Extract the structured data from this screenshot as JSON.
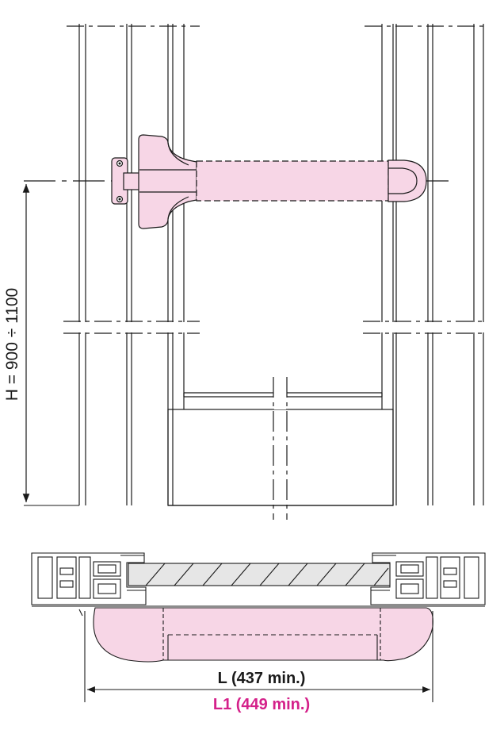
{
  "drawing": {
    "height_dimension_label": "H = 900 ÷ 1100",
    "length_dimension_label": "L (437 min.)",
    "length1_dimension_label": "L1 (449 min.)"
  },
  "colors": {
    "line": "#1a1a1a",
    "handle_fill": "#f7d6e6",
    "accent_text": "#d4218a",
    "glass_fill": "#e6e6e6"
  }
}
